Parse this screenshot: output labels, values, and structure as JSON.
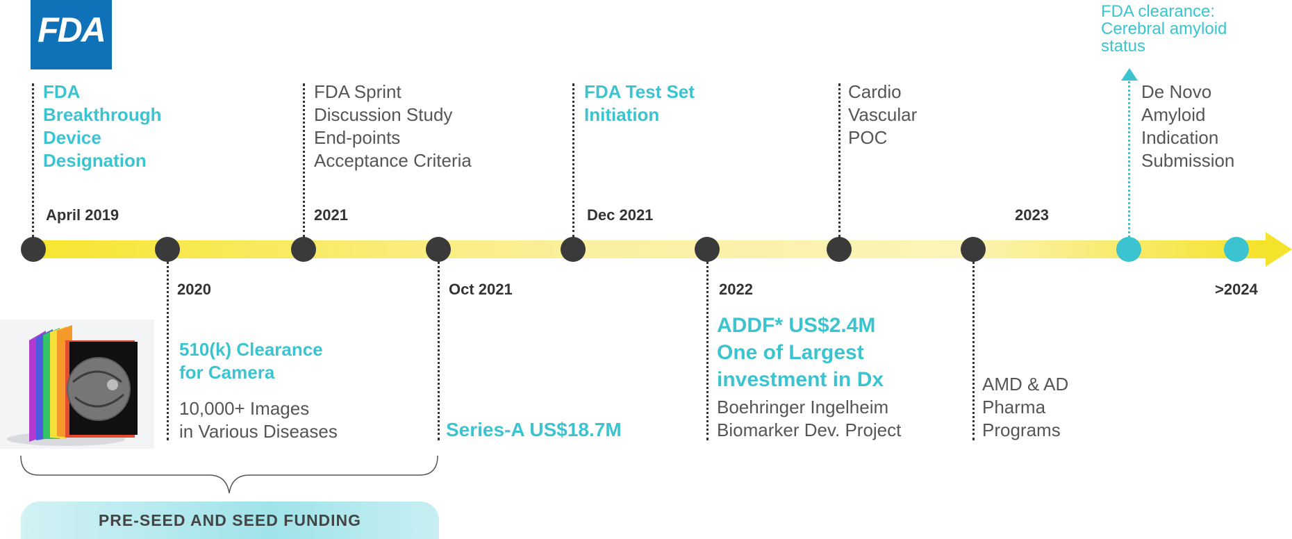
{
  "logo": {
    "text": "FDA"
  },
  "top_callout": {
    "text": "FDA clearance:\nCerebral amyloid\nstatus"
  },
  "milestones": {
    "m1": {
      "date": "April 2019",
      "title": "FDA\nBreakthrough\nDevice\nDesignation"
    },
    "m2": {
      "date": "2020",
      "title": "510(k) Clearance\nfor Camera",
      "detail": "10,000+ Images\nin Various Diseases"
    },
    "m3": {
      "date": "2021",
      "detail": "FDA Sprint\nDiscussion Study\nEnd-points\nAcceptance Criteria"
    },
    "m4": {
      "date": "Oct 2021",
      "title": "Series-A US$18.7M"
    },
    "m5": {
      "date": "Dec 2021",
      "title": "FDA Test Set\nInitiation"
    },
    "m6": {
      "date": "2022",
      "title": "ADDF* US$2.4M\nOne of Largest\ninvestment in Dx",
      "detail": "Boehringer Ingelheim\nBiomarker Dev. Project"
    },
    "m7": {
      "detail": "Cardio\nVascular\nPOC"
    },
    "m8": {
      "detail": "AMD & AD\nPharma\nPrograms"
    },
    "m9": {
      "date": "2023",
      "detail": "De Novo\nAmyloid\nIndication\nSubmission"
    },
    "m10": {
      "date": ">2024"
    }
  },
  "funding_label": "PRE-SEED AND SEED FUNDING",
  "colors": {
    "accent": "#3bc4cf",
    "dot": "#3a3a3a",
    "bar": "#f7e84a",
    "logo": "#0f72b8"
  }
}
